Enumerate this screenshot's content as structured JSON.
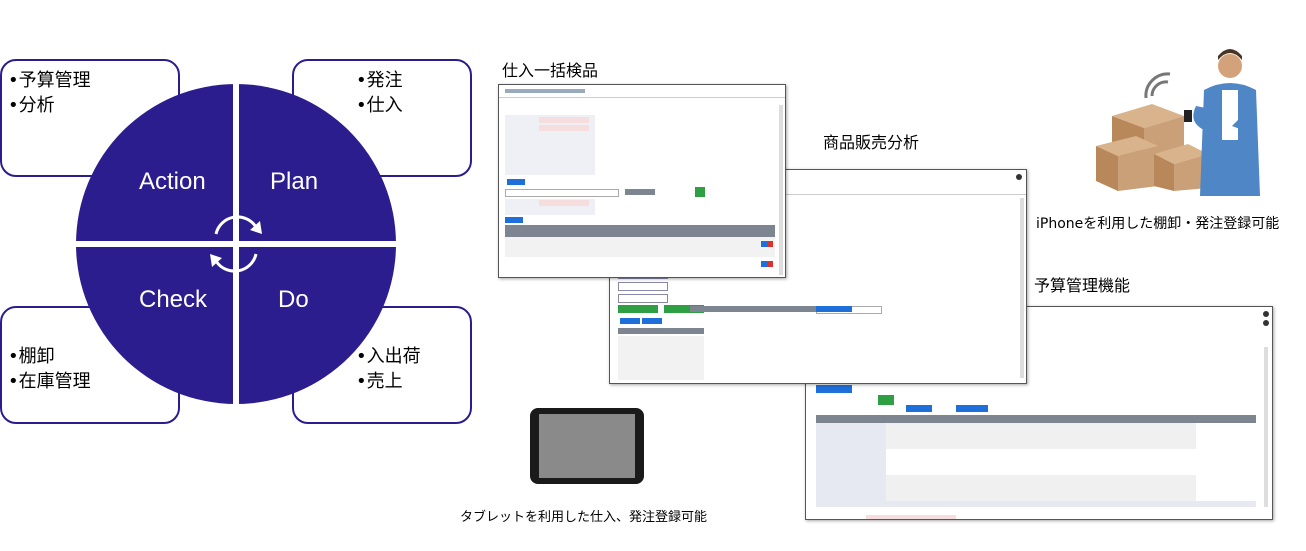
{
  "pdca": {
    "action": {
      "label": "Action",
      "items": [
        "•予算管理",
        "•分析"
      ]
    },
    "plan": {
      "label": "Plan",
      "items": [
        "•発注",
        "•仕入"
      ]
    },
    "check": {
      "label": "Check",
      "items": [
        "•棚卸",
        "•在庫管理"
      ]
    },
    "do": {
      "label": "Do",
      "items": [
        "•入出荷",
        "•売上"
      ]
    }
  },
  "screens": {
    "bulk_receiving": {
      "title": "仕入一括検品"
    },
    "sales_analysis": {
      "title": "商品販売分析"
    },
    "budget": {
      "title": "予算管理機能"
    }
  },
  "captions": {
    "iphone": "iPhoneを利用した棚卸・発注登録可能",
    "tablet": "タブレットを利用した仕入、発注登録可能"
  },
  "colors": {
    "brand": "#2b1d8e",
    "accent_blue": "#1e6fd9",
    "accent_green": "#2ea043",
    "input_pink": "#f7dede",
    "header_gray": "#7d8590"
  }
}
